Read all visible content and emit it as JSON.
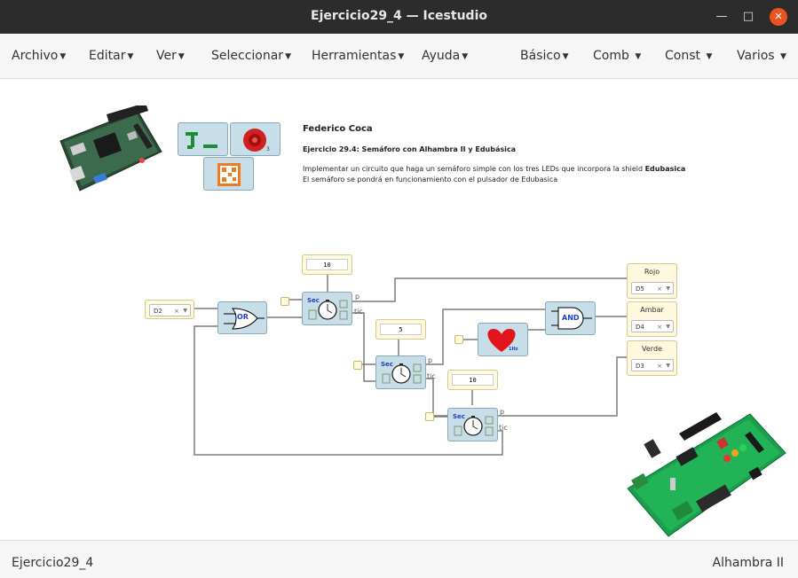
{
  "window": {
    "title": "Ejercicio29_4 — Icestudio"
  },
  "menu": {
    "left": [
      {
        "label": "Archivo"
      },
      {
        "label": "Editar"
      },
      {
        "label": "Ver"
      },
      {
        "label": "Seleccionar"
      },
      {
        "label": "Herramientas"
      },
      {
        "label": "Ayuda"
      }
    ],
    "right": [
      {
        "label": "Básico"
      },
      {
        "label": "Comb"
      },
      {
        "label": "Const"
      },
      {
        "label": "Varios"
      }
    ]
  },
  "info": {
    "author": "Federico Coca",
    "subtitle": "Ejercicio 29.4: Semáforo con Alhambra II y Edubásica",
    "desc_line1_pre": "Implementar un circuito que haga un semáforo simple con los tres LEDs que incorpora la shield ",
    "desc_line1_bold": "Edubasica",
    "desc_line2": "El semáforo se pondrá en funcionamiento con el pulsador de Edubasica"
  },
  "icon_badge": "3",
  "circuit": {
    "input_pin": {
      "value": "D2"
    },
    "or_label": "OR",
    "and_label": "AND",
    "heart_label": "1Hz",
    "timers": [
      {
        "const": "10",
        "label": "Sec",
        "port_p": "p",
        "port_tic": "tic"
      },
      {
        "const": "5",
        "label": "Sec",
        "port_p": "p",
        "port_tic": "tic"
      },
      {
        "const": "10",
        "label": "Sec",
        "port_p": "p",
        "port_tic": "tic"
      }
    ],
    "outputs": [
      {
        "label": "Rojo",
        "value": "D5"
      },
      {
        "label": "Ambar",
        "value": "D4"
      },
      {
        "label": "Verde",
        "value": "D3"
      }
    ],
    "select_clear": "×",
    "select_arrow": "▼"
  },
  "status": {
    "left": "Ejercicio29_4",
    "right": "Alhambra II"
  }
}
